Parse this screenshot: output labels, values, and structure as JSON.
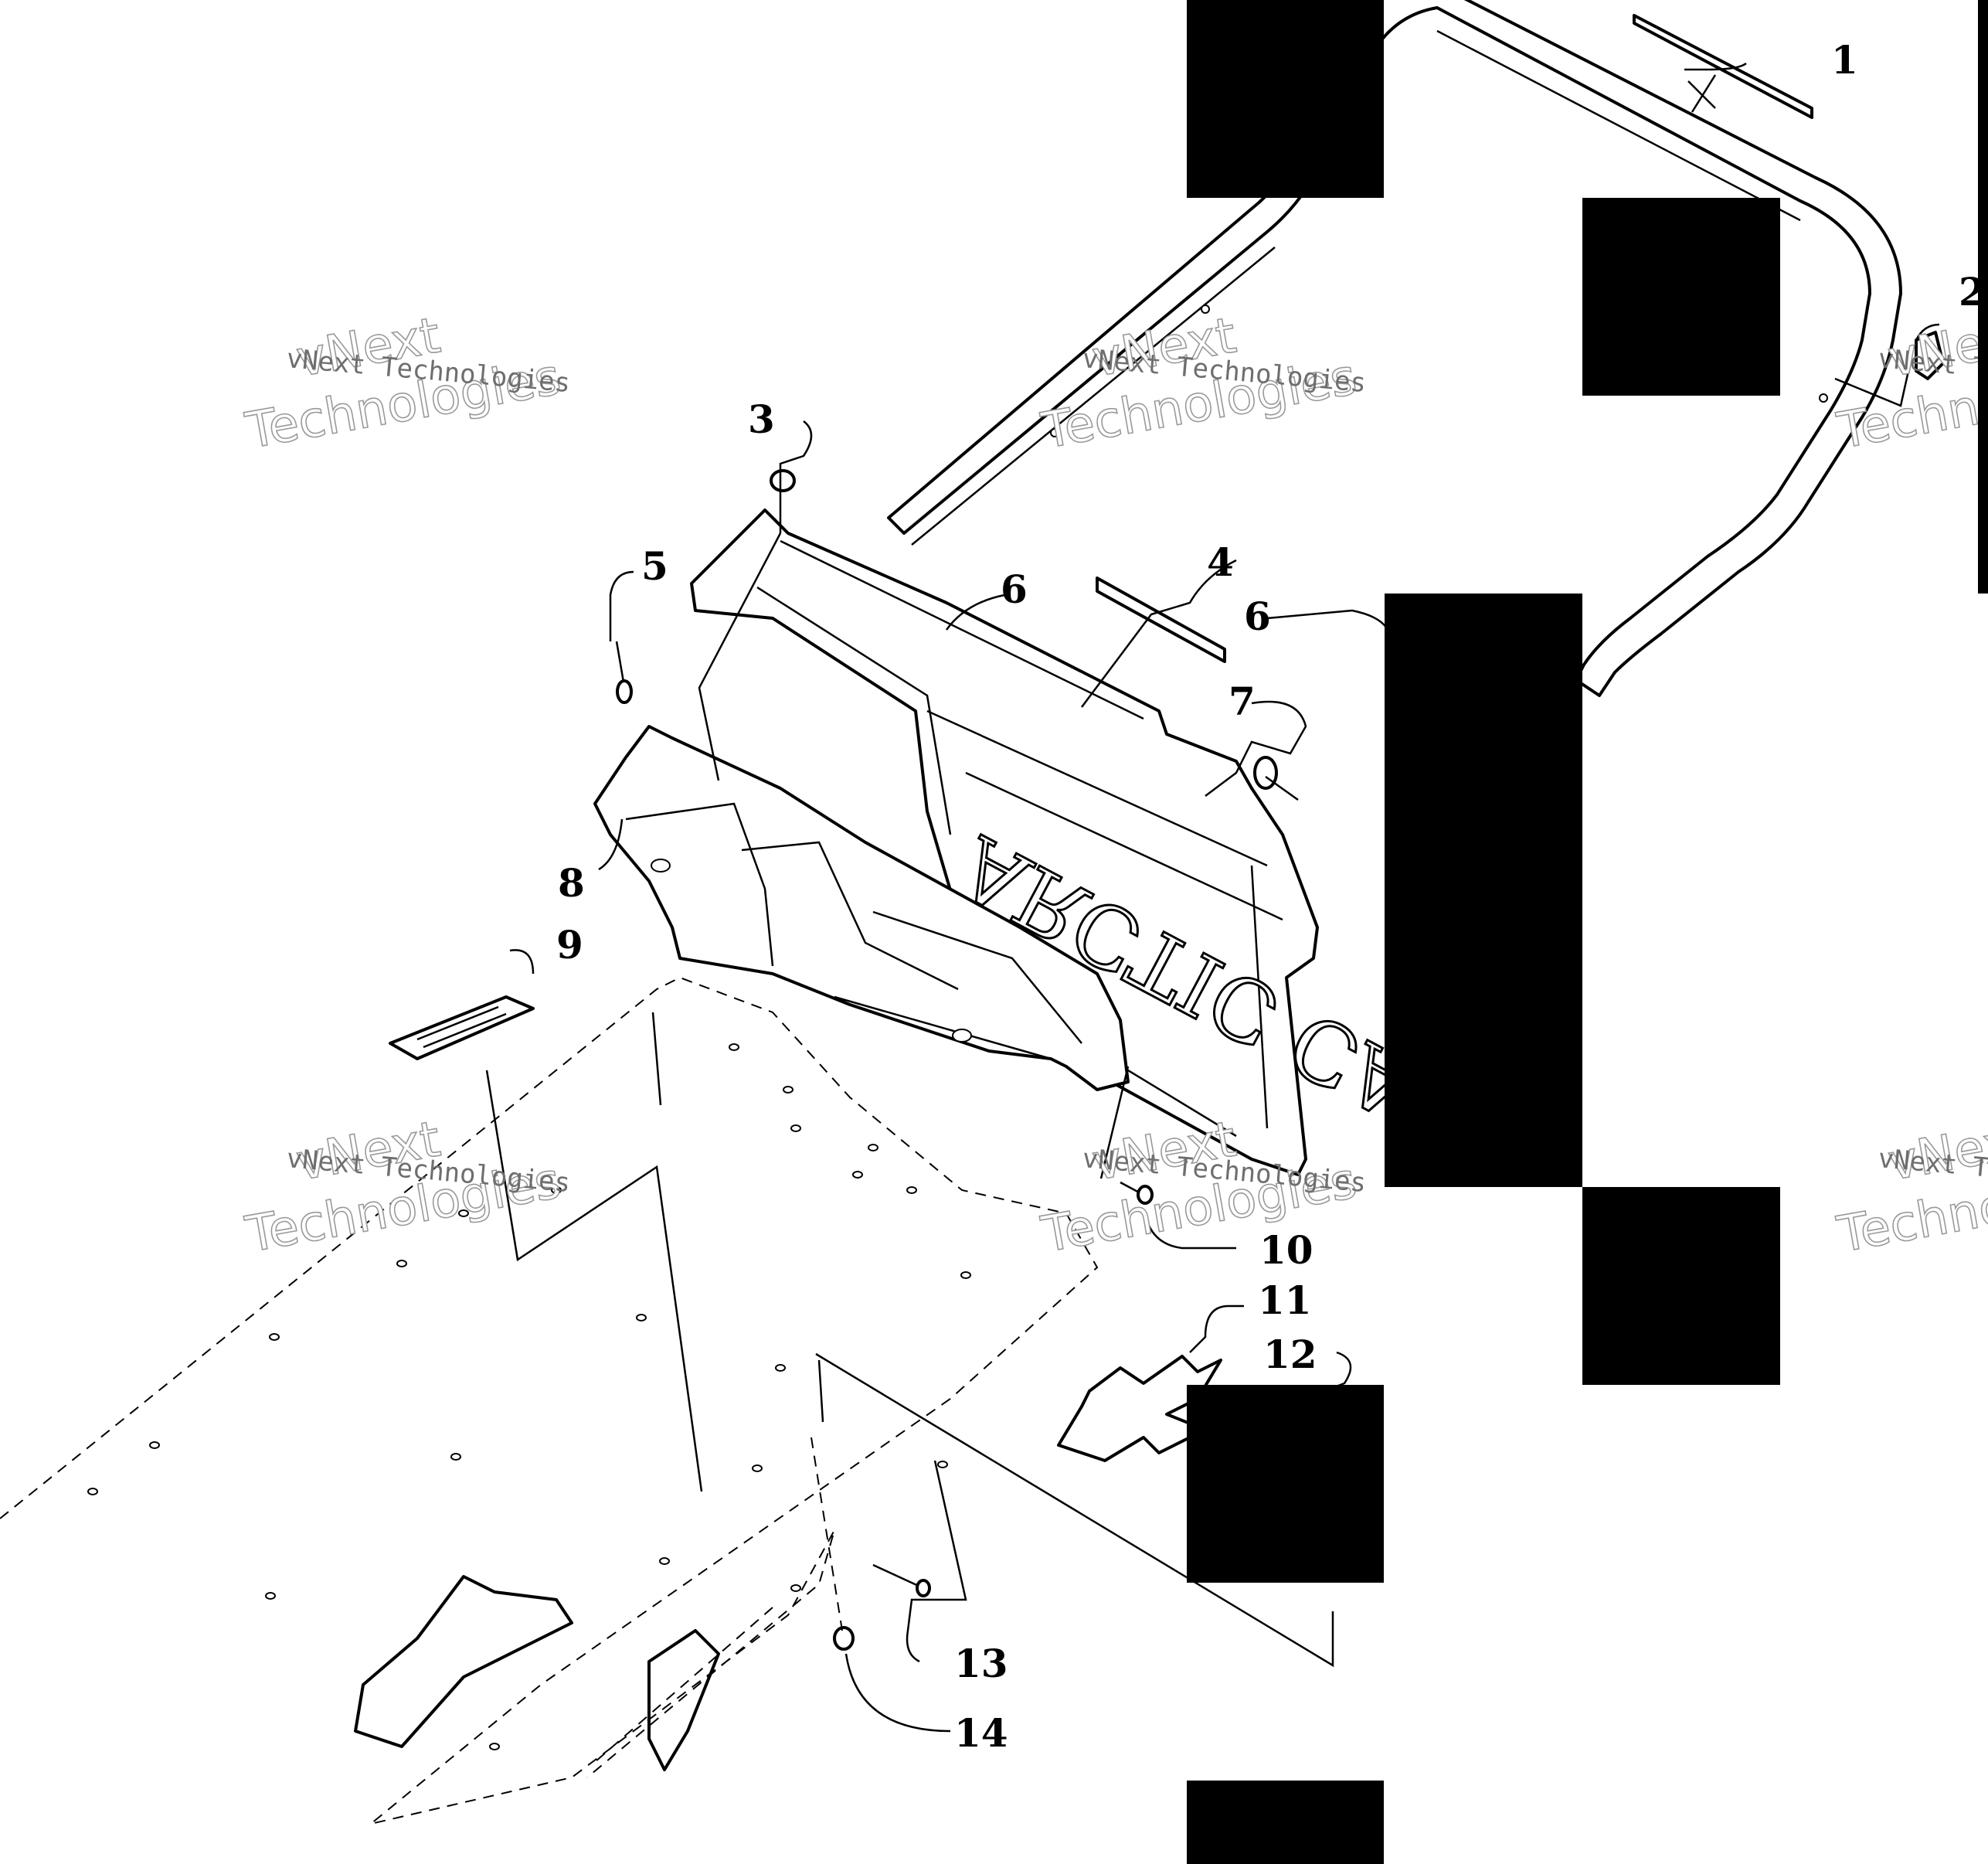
{
  "diagram": {
    "callouts": [
      "1",
      "2",
      "3",
      "4",
      "5",
      "6",
      "6",
      "7",
      "8",
      "9",
      "10",
      "11",
      "12",
      "13",
      "14"
    ],
    "watermark_line1": "vNext Technologies",
    "watermark_big_a": "vNext",
    "watermark_big_b": "Technologies",
    "panel_text": "ARCTIC CAT"
  },
  "colors": {
    "ink": "#000000",
    "watermark": "#6e6e6e",
    "background": "#ffffff"
  }
}
